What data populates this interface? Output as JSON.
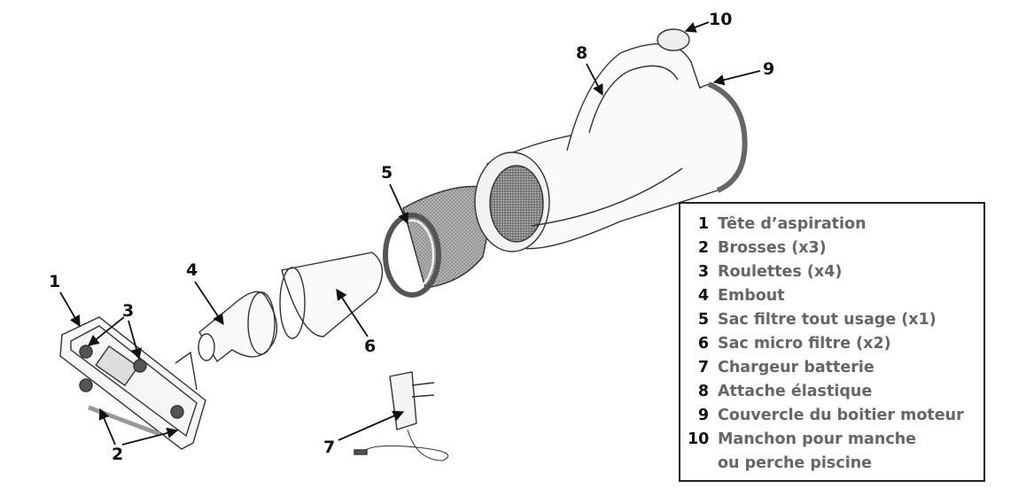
{
  "callouts": [
    "1",
    "2",
    "3",
    "4",
    "5",
    "6",
    "7",
    "8",
    "9",
    "10"
  ],
  "legend": {
    "items": [
      {
        "num": "1",
        "label": "Tête d’aspiration"
      },
      {
        "num": "2",
        "label": "Brosses (x3)"
      },
      {
        "num": "3",
        "label": "Roulettes (x4)"
      },
      {
        "num": "4",
        "label": "Embout"
      },
      {
        "num": "5",
        "label": "Sac filtre tout usage (x1)"
      },
      {
        "num": "6",
        "label": "Sac micro filtre (x2)"
      },
      {
        "num": "7",
        "label": "Chargeur batterie"
      },
      {
        "num": "8",
        "label": "Attache élastique"
      },
      {
        "num": "9",
        "label": "Couvercle du boitier moteur"
      },
      {
        "num": "10",
        "label": "Manchon pour manche",
        "label_cont": "ou perche piscine"
      }
    ]
  }
}
